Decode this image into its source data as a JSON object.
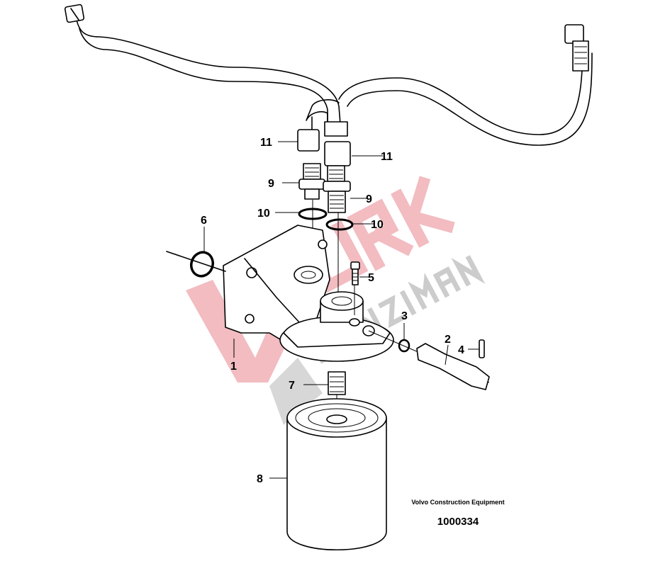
{
  "diagram": {
    "caption_brand": "Volvo Construction Equipment",
    "caption_number": "1000334",
    "watermark": {
      "word1": "TÜRK",
      "word2": "ŞANZIMAN"
    },
    "callouts": {
      "p1": "1",
      "p2": "2",
      "p3": "3",
      "p4": "4",
      "p5": "5",
      "p6": "6",
      "p7": "7",
      "p8": "8",
      "p9a": "9",
      "p9b": "9",
      "p10a": "10",
      "p10b": "10",
      "p11a": "11",
      "p11b": "11"
    },
    "colors": {
      "watermark_red": "#e36b76",
      "watermark_gray": "#a0a0a0"
    }
  }
}
